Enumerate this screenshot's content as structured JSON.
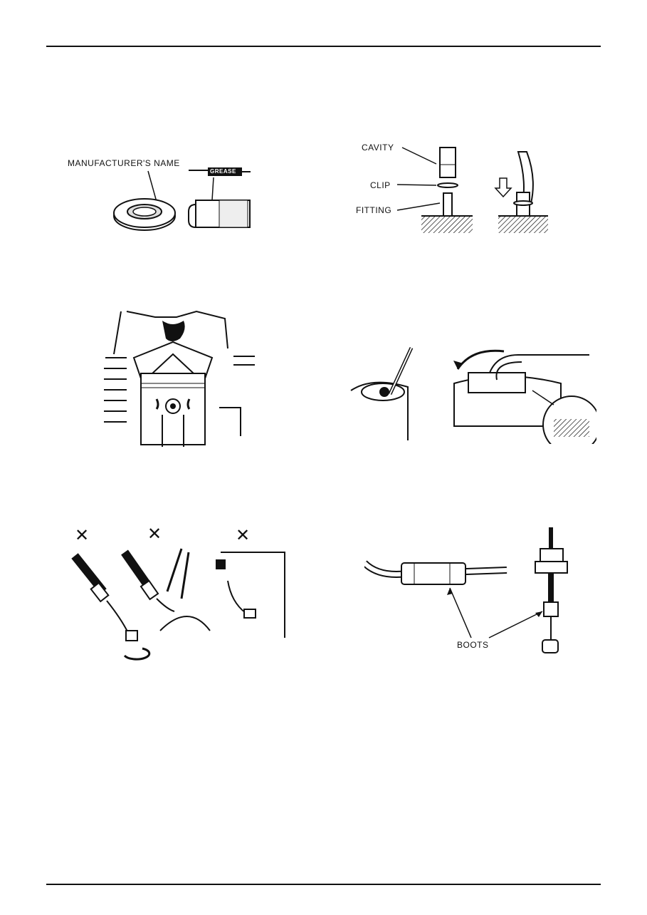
{
  "figures": {
    "seal": {
      "label_manufacturer": "MANUFACTURER'S NAME",
      "label_grease": "GREASE"
    },
    "clip": {
      "label_cavity": "CAVITY",
      "label_clip": "CLIP",
      "label_fitting": "FITTING"
    },
    "cable": {
      "mark": "✕",
      "label_boots": "BOOTS"
    }
  }
}
